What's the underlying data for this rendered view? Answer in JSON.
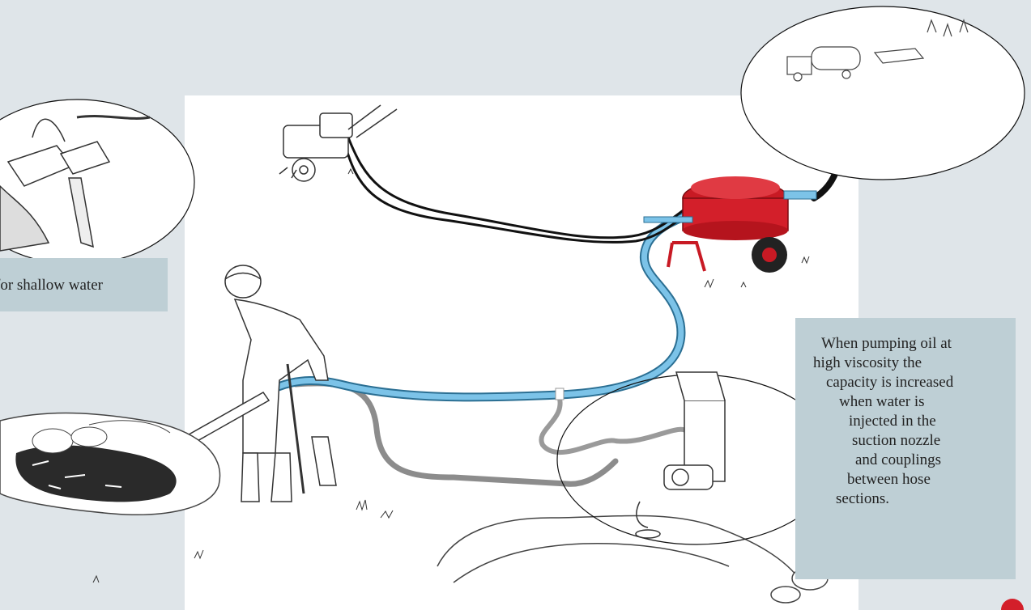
{
  "captions": {
    "shallow_water": "for shallow water",
    "viscosity_lines": [
      "When pumping oil at",
      "high viscosity the",
      "capacity is increased",
      "when water is",
      "injected in the",
      "suction nozzle",
      "and couplings",
      "between hose",
      "sections."
    ]
  },
  "colors": {
    "background": "#dfe5e9",
    "panel": "#ffffff",
    "caption_box": "#becfd5",
    "blue_hose": "#5aa9d3",
    "red_pump": "#d31f2a",
    "grey_hose": "#9a9a9a",
    "black_hose": "#111111"
  },
  "icons": [
    "skimmer-icon",
    "power-pack-icon",
    "pump-cart-icon",
    "tank-truck-icon",
    "operator-icon",
    "oil-spill-icon",
    "water-pump-icon",
    "logo-icon"
  ]
}
